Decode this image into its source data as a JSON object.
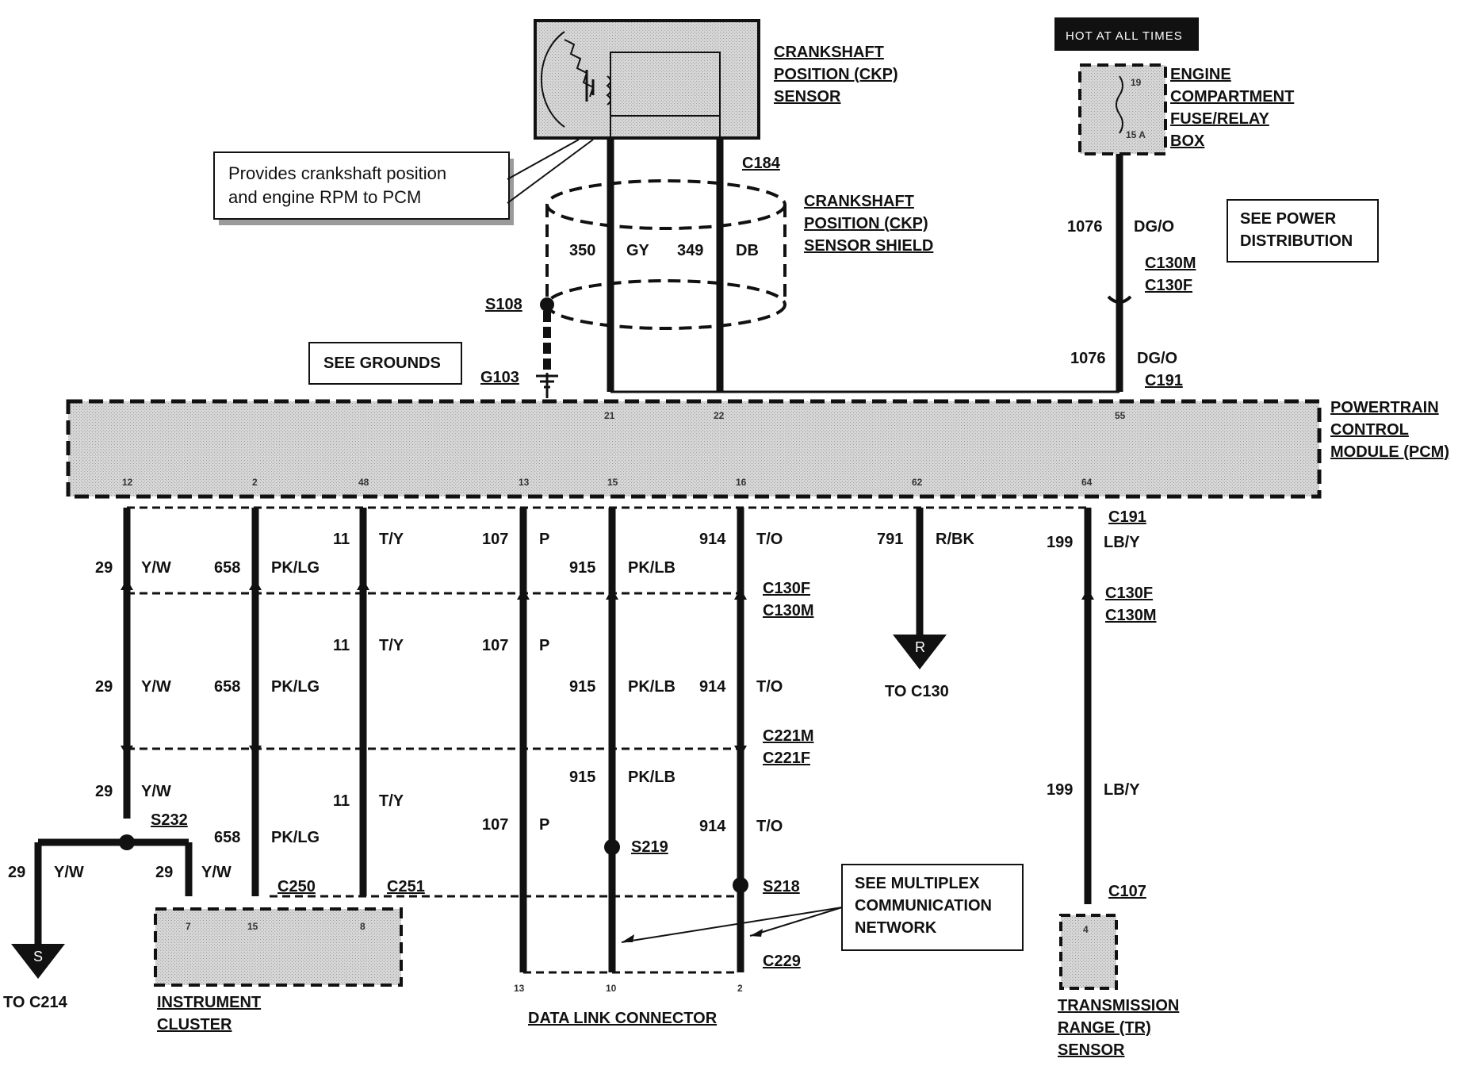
{
  "labels": {
    "ckp_sensor": [
      "CRANKSHAFT",
      "POSITION (CKP)",
      "SENSOR"
    ],
    "ckp_shield": [
      "CRANKSHAFT",
      "POSITION (CKP)",
      "SENSOR SHIELD"
    ],
    "note_ckp": [
      "Provides crankshaft position",
      "and engine RPM to PCM"
    ],
    "hot": "HOT AT ALL TIMES",
    "fuse_box": [
      "ENGINE",
      "COMPARTMENT",
      "FUSE/RELAY",
      "BOX"
    ],
    "fuse_num": "19",
    "fuse_amp": "15 A",
    "see_power": [
      "SEE POWER",
      "DISTRIBUTION"
    ],
    "see_grounds": "SEE GROUNDS",
    "pcm": [
      "POWERTRAIN",
      "CONTROL",
      "MODULE (PCM)"
    ],
    "see_multiplex": [
      "SEE MULTIPLEX",
      "COMMUNICATION",
      "NETWORK"
    ],
    "instrument_cluster": [
      "INSTRUMENT",
      "CLUSTER"
    ],
    "dlc": "DATA LINK CONNECTOR",
    "tr_sensor": [
      "TRANSMISSION",
      "RANGE (TR)",
      "SENSOR"
    ],
    "to_c214": "TO C214",
    "to_c130": "TO C130",
    "arrow_s": "S",
    "arrow_r": "R"
  },
  "connectors": {
    "c184": "C184",
    "s108": "S108",
    "g103": "G103",
    "c130m_top": "C130M",
    "c130f_top": "C130F",
    "c191_top": "C191",
    "c191_bot": "C191",
    "c130f_mid": "C130F",
    "c130m_mid": "C130M",
    "c130f_tr": "C130F",
    "c130m_tr": "C130M",
    "c221m": "C221M",
    "c221f": "C221F",
    "s232": "S232",
    "c250": "C250",
    "c251": "C251",
    "s219": "S219",
    "s218": "S218",
    "c229": "C229",
    "c107": "C107"
  },
  "pins": {
    "pcm_top": [
      "21",
      "22",
      "55"
    ],
    "pcm_bottom": [
      "12",
      "2",
      "48",
      "13",
      "15",
      "16",
      "62",
      "64"
    ],
    "cluster": [
      "7",
      "15",
      "8"
    ],
    "dlc": [
      "13",
      "10",
      "2"
    ],
    "tr": "4"
  },
  "wires": {
    "w350": [
      "350",
      "GY"
    ],
    "w349": [
      "349",
      "DB"
    ],
    "w1076a": [
      "1076",
      "DG/O"
    ],
    "w1076b": [
      "1076",
      "DG/O"
    ],
    "w29": [
      "29",
      "Y/W"
    ],
    "w658": [
      "658",
      "PK/LG"
    ],
    "w11": [
      "11",
      "T/Y"
    ],
    "w107": [
      "107",
      "P"
    ],
    "w915": [
      "915",
      "PK/LB"
    ],
    "w914": [
      "914",
      "T/O"
    ],
    "w791": [
      "791",
      "R/BK"
    ],
    "w199": [
      "199",
      "LB/Y"
    ]
  }
}
